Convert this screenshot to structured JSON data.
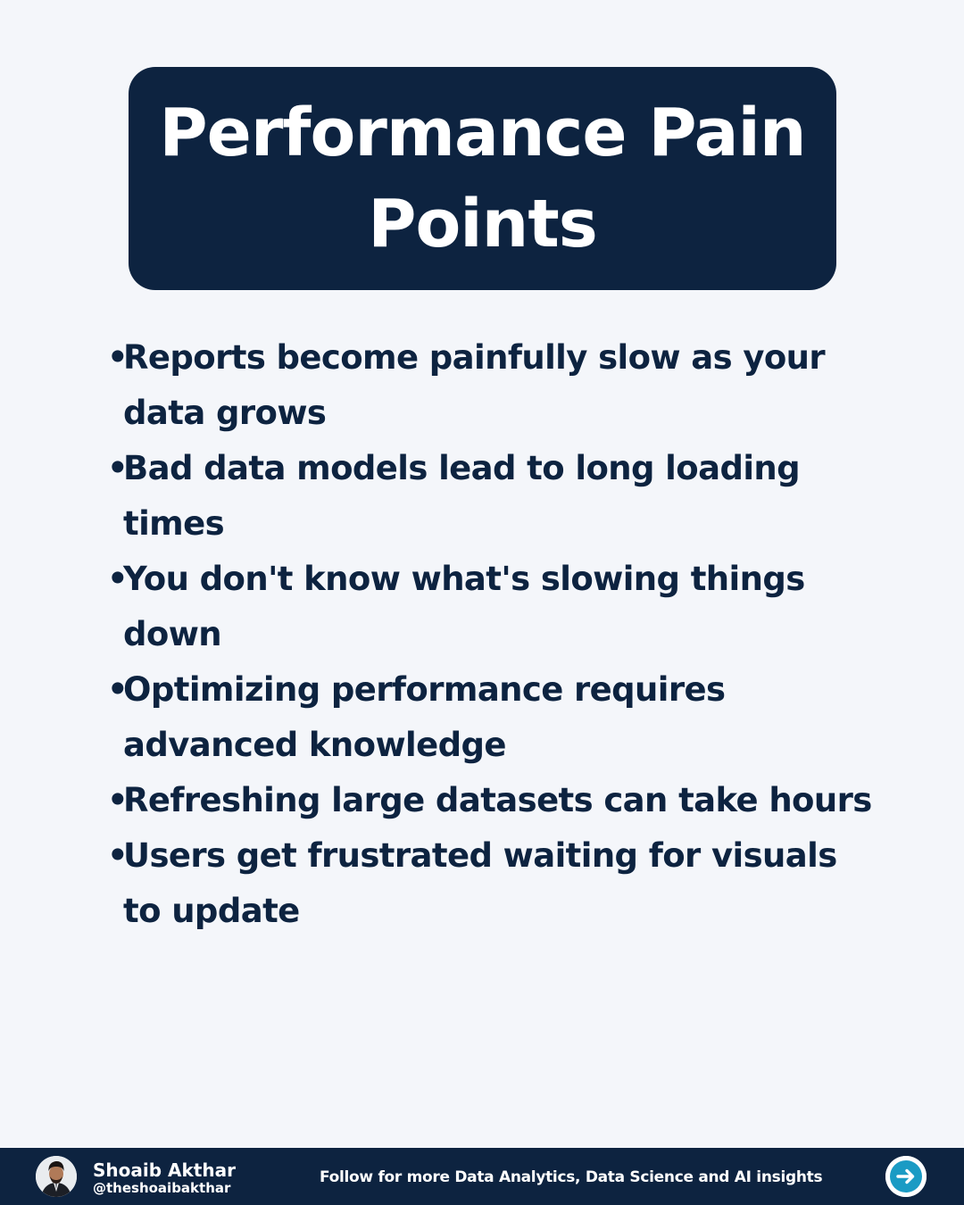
{
  "title": {
    "line1": "Performance Pain",
    "line2": "Points"
  },
  "bullet_symbol": "•",
  "bullets": [
    "Reports become painfully slow as your data grows",
    "Bad data models lead to long loading times",
    "You don't know what's slowing things down",
    "Optimizing performance requires advanced knowledge",
    "Refreshing large datasets can take hours",
    "Users get frustrated waiting for visuals to update"
  ],
  "footer": {
    "author_name": "Shoaib Akthar",
    "author_handle": "@theshoaibakthar",
    "cta": "Follow for more Data Analytics, Data Science and AI insights",
    "next_icon": "arrow-right-circle-icon"
  },
  "colors": {
    "background": "#f4f6fa",
    "navy": "#0d2340",
    "accent": "#1b9bc4",
    "white": "#ffffff"
  }
}
